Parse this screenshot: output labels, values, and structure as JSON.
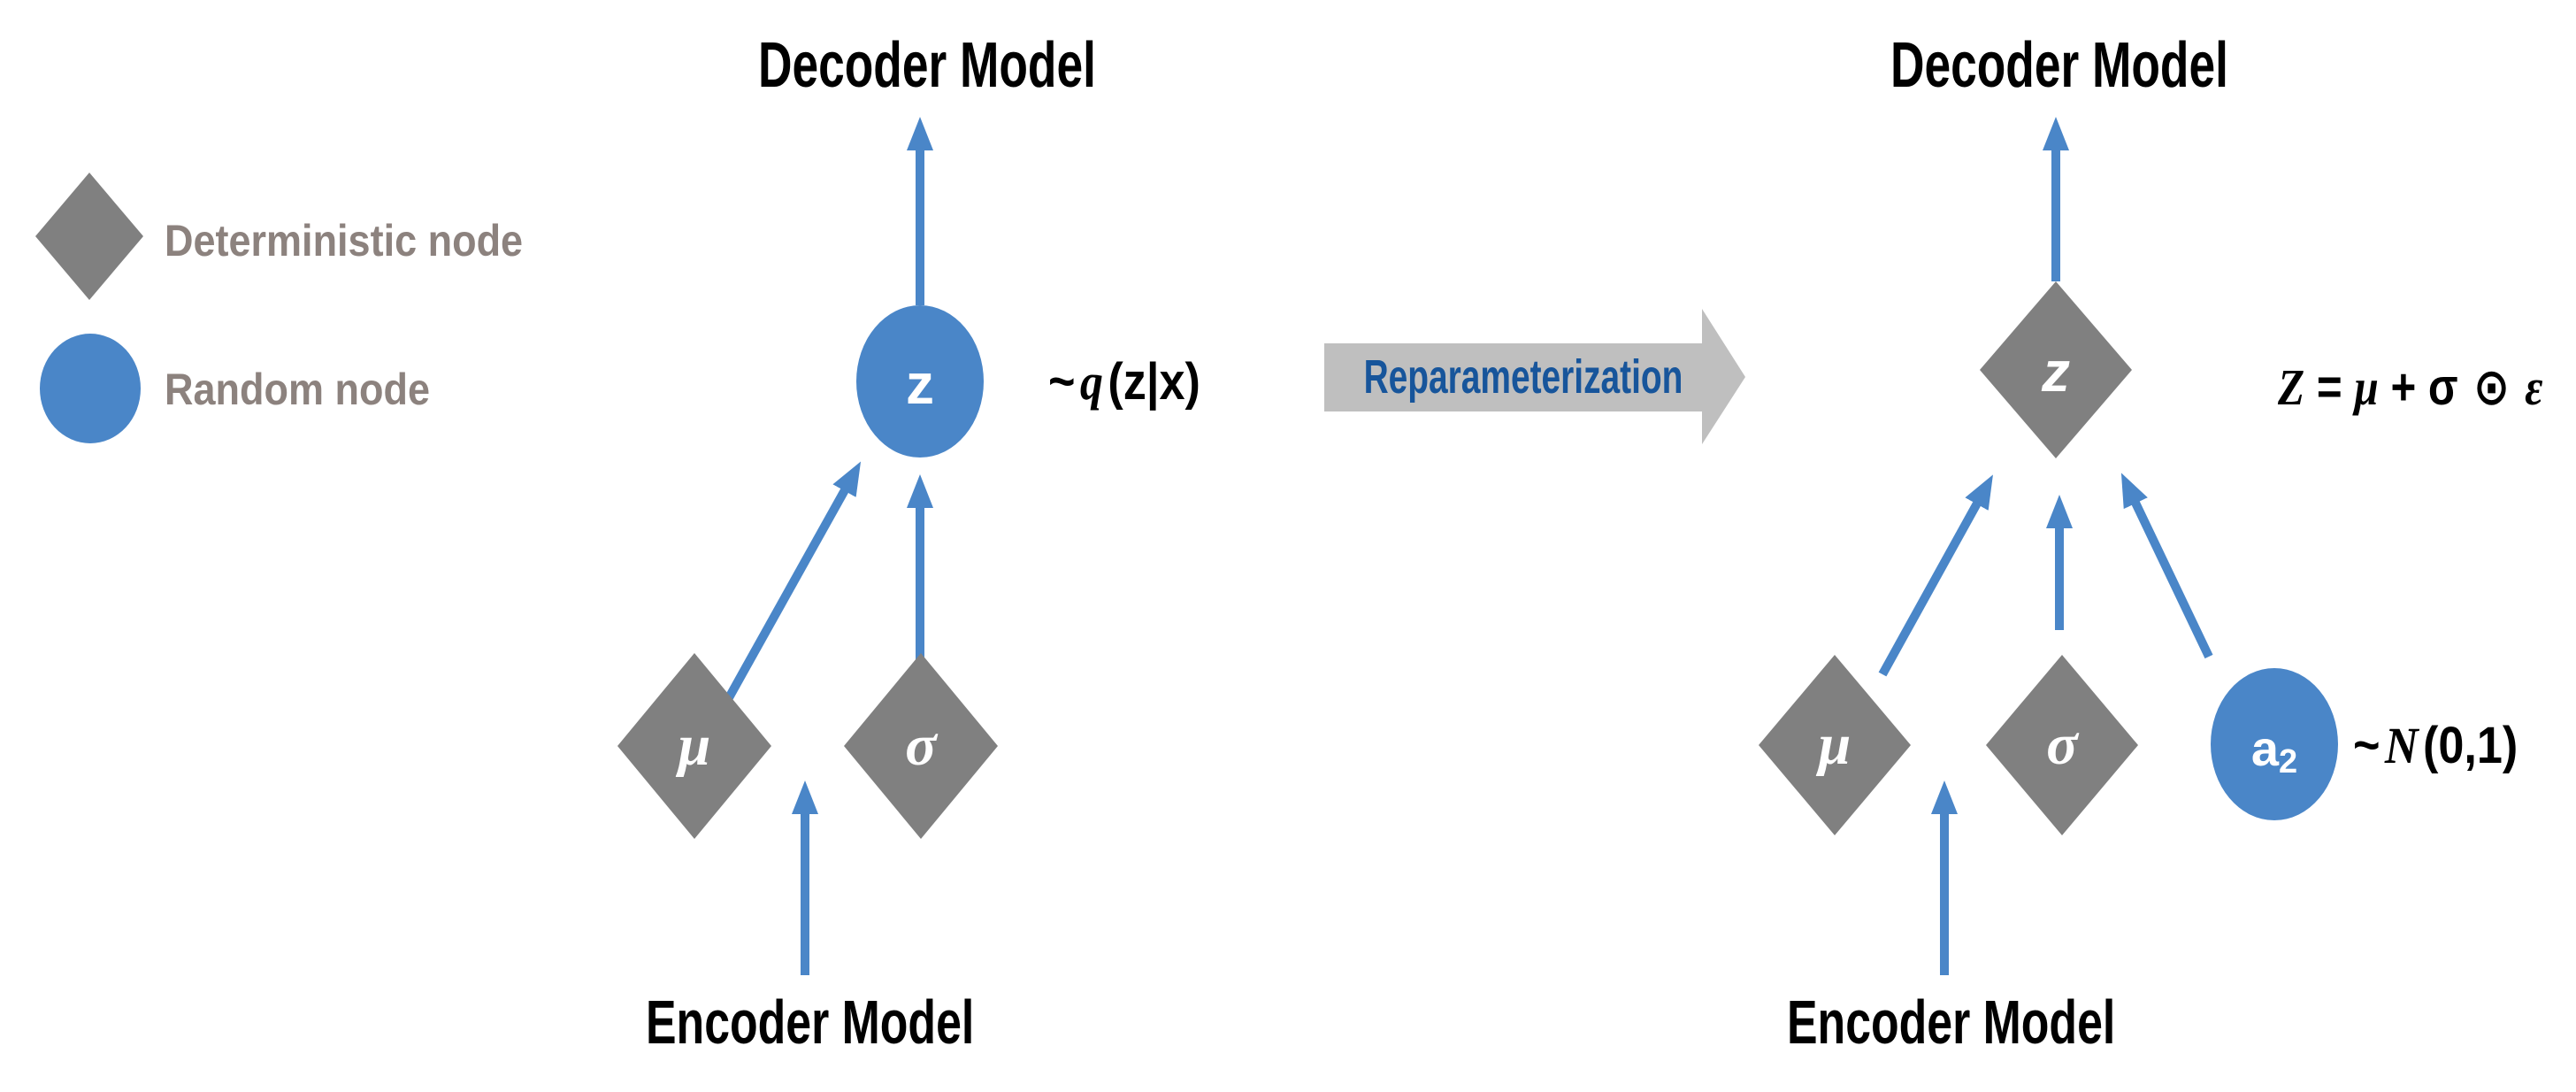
{
  "colors": {
    "node_blue": "#4A86C8",
    "node_gray": "#808080",
    "arrow_blue": "#4A86C8",
    "big_arrow_gray": "#BFBFBF",
    "big_arrow_text": "#17559B",
    "legend_text": "#8C827E",
    "text_black": "#000000"
  },
  "legend": {
    "items": [
      {
        "shape": "diamond",
        "label": "Deterministic node"
      },
      {
        "shape": "ellipse",
        "label": "Random node"
      }
    ]
  },
  "transform_arrow": {
    "label": "Reparameterization"
  },
  "left_diagram": {
    "decoder_title": "Decoder Model",
    "encoder_title": "Encoder Model",
    "z_label": "z",
    "mu_label": "μ",
    "sigma_label": "σ",
    "annotation": {
      "tilde": "~",
      "dist": "q",
      "args": "(z|x)"
    }
  },
  "right_diagram": {
    "decoder_title": "Decoder Model",
    "encoder_title": "Encoder Model",
    "z_label": "z",
    "mu_label": "μ",
    "sigma_label": "σ",
    "eps_node": {
      "base": "a",
      "sub": "2"
    },
    "eps_annotation": {
      "tilde": "~",
      "dist": "N",
      "args": "(0,1)"
    },
    "formula": {
      "lhs": "Z",
      "eq": " = ",
      "mu": "μ",
      "plus": " + ",
      "sigma": "σ",
      "odot": " ⊙ ",
      "eps": "ε"
    }
  }
}
